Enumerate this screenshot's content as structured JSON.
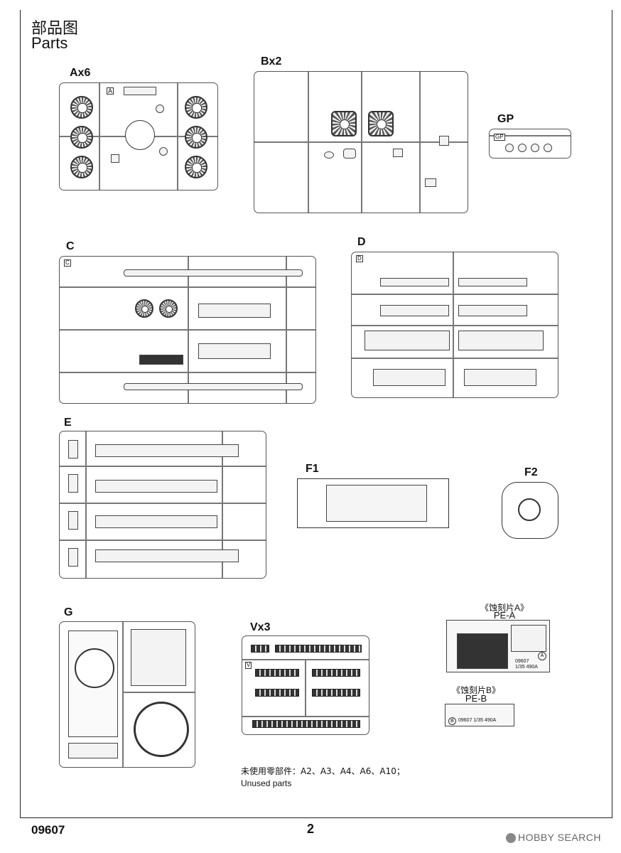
{
  "header": {
    "title_cn": "部品图",
    "title_en": "Parts"
  },
  "sprues": {
    "A": {
      "label": "Ax6",
      "tag": "A"
    },
    "B": {
      "label": "Bx2"
    },
    "GP": {
      "label": "GP",
      "tag": "GP"
    },
    "C": {
      "label": "C",
      "tag": "C"
    },
    "D": {
      "label": "D",
      "tag": "D"
    },
    "E": {
      "label": "E"
    },
    "F1": {
      "label": "F1"
    },
    "F2": {
      "label": "F2"
    },
    "G": {
      "label": "G"
    },
    "V": {
      "label": "Vx3",
      "tag": "V"
    }
  },
  "photo_etch": {
    "a": {
      "caption_cn": "《蚀刻片A》",
      "caption_en": "PE-A",
      "code": "09607",
      "scale_code": "1/35 490A",
      "mark": "A"
    },
    "b": {
      "caption_cn": "《蚀刻片B》",
      "caption_en": "PE-B",
      "code_line": "09607  1/35  490A",
      "mark": "B"
    }
  },
  "unused": {
    "cn": "未使用零部件：A2、A3、A4、A6、A10；",
    "en": "Unused parts"
  },
  "footer": {
    "code": "09607",
    "page": "2"
  },
  "watermark": {
    "text": "HOBBY SEARCH"
  }
}
